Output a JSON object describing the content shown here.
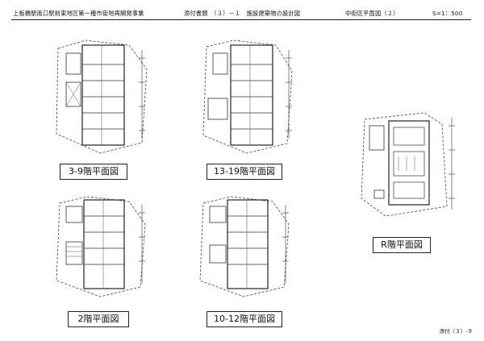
{
  "header": {
    "project": "上板橋駅南口駅前東地区第一種市街地再開発事業",
    "attachment": "添付書類　（３）－１　施設建築物の設計図",
    "drawing": "中街区平面図（２）",
    "scale": "S=1：500"
  },
  "plans": [
    {
      "label": "3-9階平面図"
    },
    {
      "label": "13-19階平面図"
    },
    {
      "label": "R階平面図"
    },
    {
      "label": "2階平面図"
    },
    {
      "label": "10-12階平面図"
    }
  ],
  "footer": {
    "page": "添付（３）-９"
  }
}
